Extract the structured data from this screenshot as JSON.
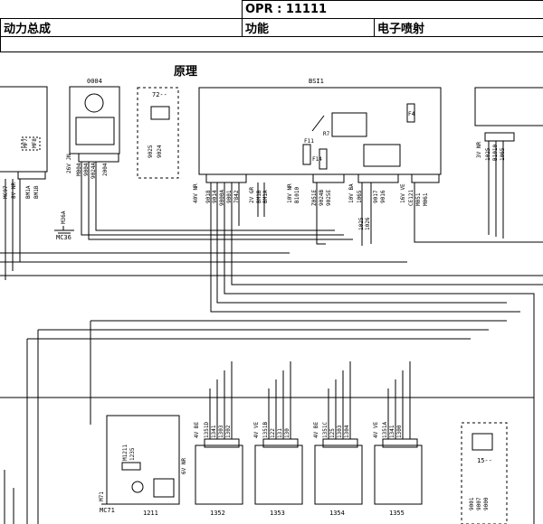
{
  "header": {
    "opr_label": "OPR : 11111",
    "group": "动力总成",
    "function_label": "功能",
    "function_value": "电子喷射"
  },
  "diagram": {
    "title": "原理",
    "component_0004": "0004",
    "component_72": "72--",
    "component_bsi": "BSI1",
    "component_15": "15--",
    "ground_m36a": "M36A",
    "ground_mc36": "MC36",
    "ground_m71": "M71",
    "ground_mc71": "MC71",
    "wire_mf7": "MF7",
    "wire_mf8": "MF8",
    "left_conn": "8V NR",
    "left_w1": "BM1A",
    "left_w2": "BM1B",
    "left_w0": "MC97",
    "c0004_conn": "26V JN",
    "c0004_w1": "M004",
    "c0004_w2": "9004",
    "c0004_w3": "9024A",
    "c0004_w4": "2004",
    "c72_w1": "9025",
    "c72_w2": "9024",
    "bsi_conn1": "40V NR",
    "bsi_w1": "9018",
    "bsi_w2": "9014",
    "bsi_w3": "9000A",
    "bsi_w4": "9001",
    "bsi_w5": "7842",
    "bsi_conn2": "2V GR",
    "bsi_w6": "BM1B",
    "bsi_w7": "BM1A",
    "bsi_conn3": "10V NR",
    "bsi_w8": "B1010",
    "bsi_w9": "Z051E",
    "bsi_w10": "9024B",
    "bsi_w11": "9025E",
    "bsi_conn4": "10V BA",
    "bsi_w12": "1065",
    "bsi_w13": "1026",
    "bsi_w14": "1025",
    "bsi_w15": "9017",
    "bsi_w16": "9016",
    "bsi_conn5": "16V VE",
    "bsi_w17": "CE121",
    "bsi_w18": "M051",
    "bsi_w19": "M061",
    "fuse_f4": "F4",
    "fuse_f11": "F11",
    "fuse_f14": "F14",
    "relay_r7": "R7",
    "right_conn": "3V NR",
    "right_w1": "1025",
    "right_w2": "B1010",
    "right_w3": "1065",
    "pump_conn": "6V NR",
    "pump_w1": "M1211",
    "pump_w2": "1235",
    "pump_id": "1211",
    "inj1_conn": "4V BE",
    "inj1_w1": "1351D",
    "inj1_w2": "1341",
    "inj1_w3": "1303",
    "inj1_w4": "1302",
    "inj1_id": "1352",
    "inj2_conn": "4V VE",
    "inj2_w1": "1351B",
    "inj2_w2": "122",
    "inj2_w3": "131",
    "inj2_w4": "130",
    "inj2_id": "1353",
    "inj3_conn": "4V BE",
    "inj3_w1": "1351C",
    "inj3_w2": "125",
    "inj3_w3": "1303",
    "inj3_w4": "1304",
    "inj3_id": "1354",
    "inj4_conn": "4V VE",
    "inj4_w1": "1351A",
    "inj4_w2": "1341",
    "inj4_w3": "1300",
    "inj4_id": "1355",
    "c15_w1": "9001",
    "c15_w2": "9007",
    "c15_w3": "9000"
  }
}
